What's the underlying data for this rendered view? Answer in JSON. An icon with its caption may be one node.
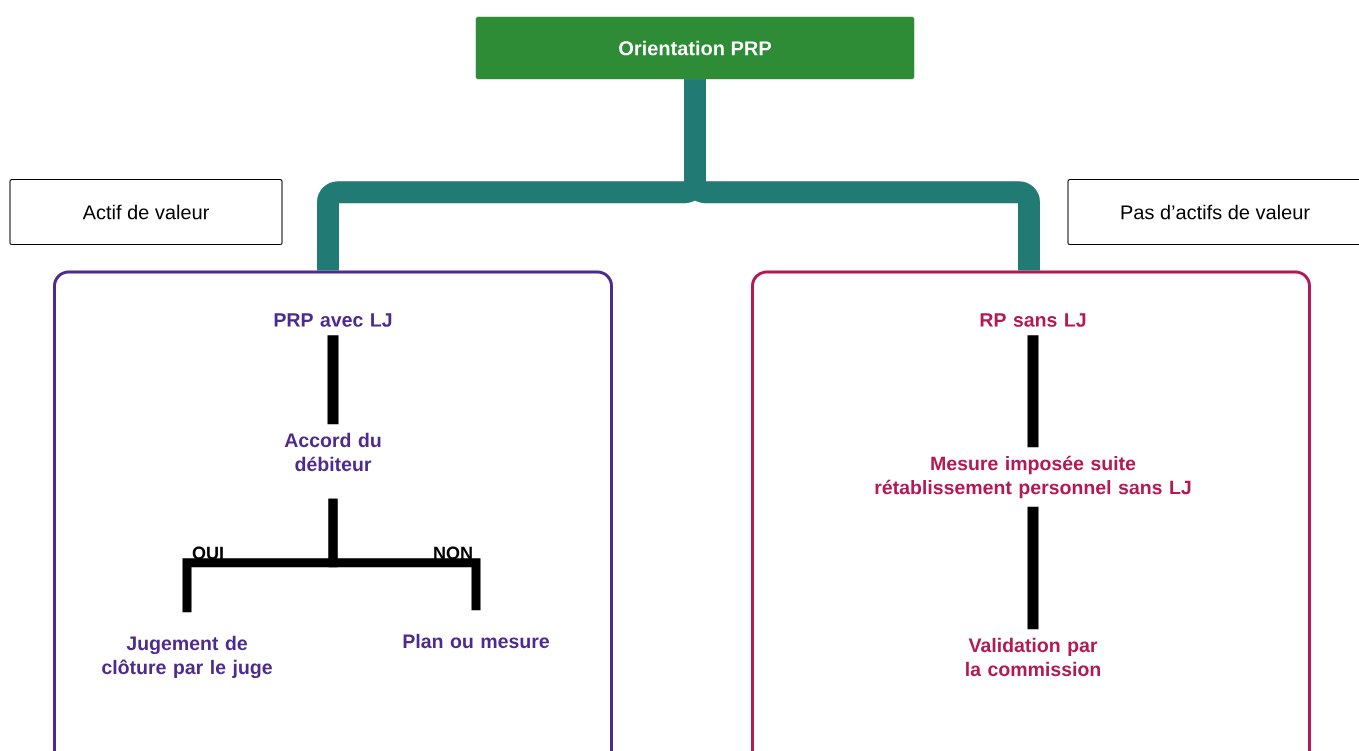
{
  "diagram": {
    "nodes": [
      {
        "text": [
          "Orientation PRP"
        ]
      },
      {
        "text": [
          "Actif de valeur"
        ]
      },
      {
        "text": [
          "Pas d’actifs de valeur"
        ]
      },
      {
        "text": [],
        "shape": "box"
      },
      {
        "text": [
          "PRP avec LJ"
        ],
        "in": 3
      },
      {
        "text": [
          "Accord du débiteur"
        ],
        "in": 3
      },
      {
        "text": [
          "Jugement de clôture par le juge"
        ],
        "in": 3
      },
      {
        "text": [
          "Plan ou mesure"
        ],
        "in": 3
      },
      {
        "text": [],
        "shape": "box"
      },
      {
        "text": [
          "RP sans LJ"
        ],
        "in": 8
      },
      {
        "text": [
          "Mesure imposée suite rétablissement personnel sans LJ"
        ],
        "in": 8
      },
      {
        "text": [
          "Validation par la commission"
        ],
        "in": 8
      }
    ],
    "edges": [
      {
        "from": 0,
        "to": 3,
        "arrow": "none",
        "style": "thick",
        "color": "#217b74"
      },
      {
        "from": 0,
        "to": 8,
        "arrow": "none",
        "style": "thick",
        "color": "#217b74"
      },
      {
        "from": 4,
        "to": 5,
        "arrow": "none"
      },
      {
        "from": 5,
        "to": 6,
        "arrow": "none",
        "label": "OUI"
      },
      {
        "from": 5,
        "to": 7,
        "arrow": "none",
        "label": "NON"
      },
      {
        "from": 9,
        "to": 10,
        "arrow": "none"
      },
      {
        "from": 10,
        "to": 11,
        "arrow": "none"
      }
    ]
  }
}
